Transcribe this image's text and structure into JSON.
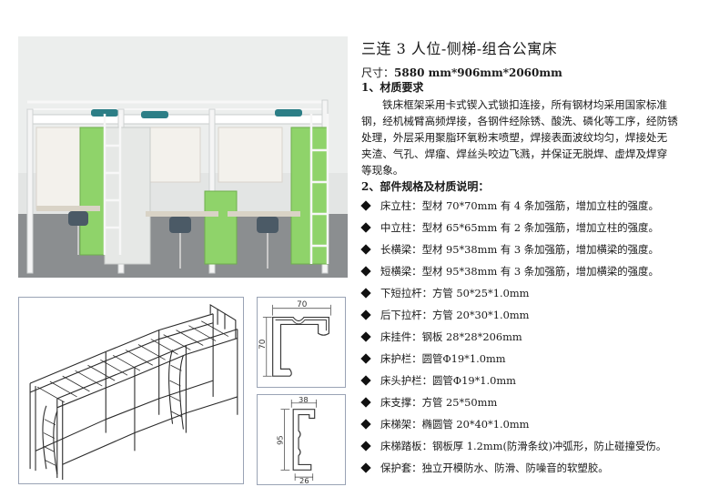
{
  "title": "三连 3 人位-侧梯-组合公寓床",
  "size_label": "尺寸：",
  "size_value": "5880 mm*906mm*2060mm",
  "section1_title": "1、材质要求",
  "section1_lines": [
    "铁床框架采用卡式锲入式锁扣连接，所有钢材均采用国家标准",
    "钢，经机械臂高频焊接，各钢件经除锈、酸洗、磷化等工序，经防锈",
    "处理，外层采用聚脂环氧粉末喷塑，焊接表面波纹均匀，焊接处无",
    "夹渣、气孔、焊瘤、焊丝头咬边飞溅，并保证无脱焊、虚焊及焊穿",
    "等现象。"
  ],
  "section2_title": "2、部件规格及材质说明：",
  "specs": [
    "床立柱：型材 70*70mm 有 4 条加强筋，增加立柱的强度。",
    "中立柱：型材 65*65mm 有 2 条加强筋，增加立柱的强度。",
    "长横梁：型材 95*38mm 有 3 条加强筋，增加横梁的强度。",
    "短横梁：型材 95*38mm 有 3 条加强筋，增加横梁的强度。",
    "下短拉杆：方管 50*25*1.0mm",
    "后下拉杆：方管 20*30*1.0mm",
    "床挂件：钢板 28*28*206mm",
    "床护栏：圆管Φ19*1.0mm",
    "床头护栏：圆管Φ19*1.0mm",
    "床支撑：方管 25*50mm",
    "床梯架：椭圆管 20*40*1.0mm",
    "床梯踏板：钢板厚 1.2mm(防滑条纹)冲弧形，防止碰撞受伤。",
    "保护套：独立开模防水、防滑、防噪音的软塑胶。"
  ],
  "profile1": {
    "width_label": "70",
    "height_label": "70"
  },
  "profile2": {
    "top_label": "38",
    "height_label": "95",
    "bottom_label": "26"
  },
  "colors": {
    "panel_green": "#8fd36a",
    "frame_white": "#f4f4f4",
    "border_blue": "#9aa3b5"
  }
}
